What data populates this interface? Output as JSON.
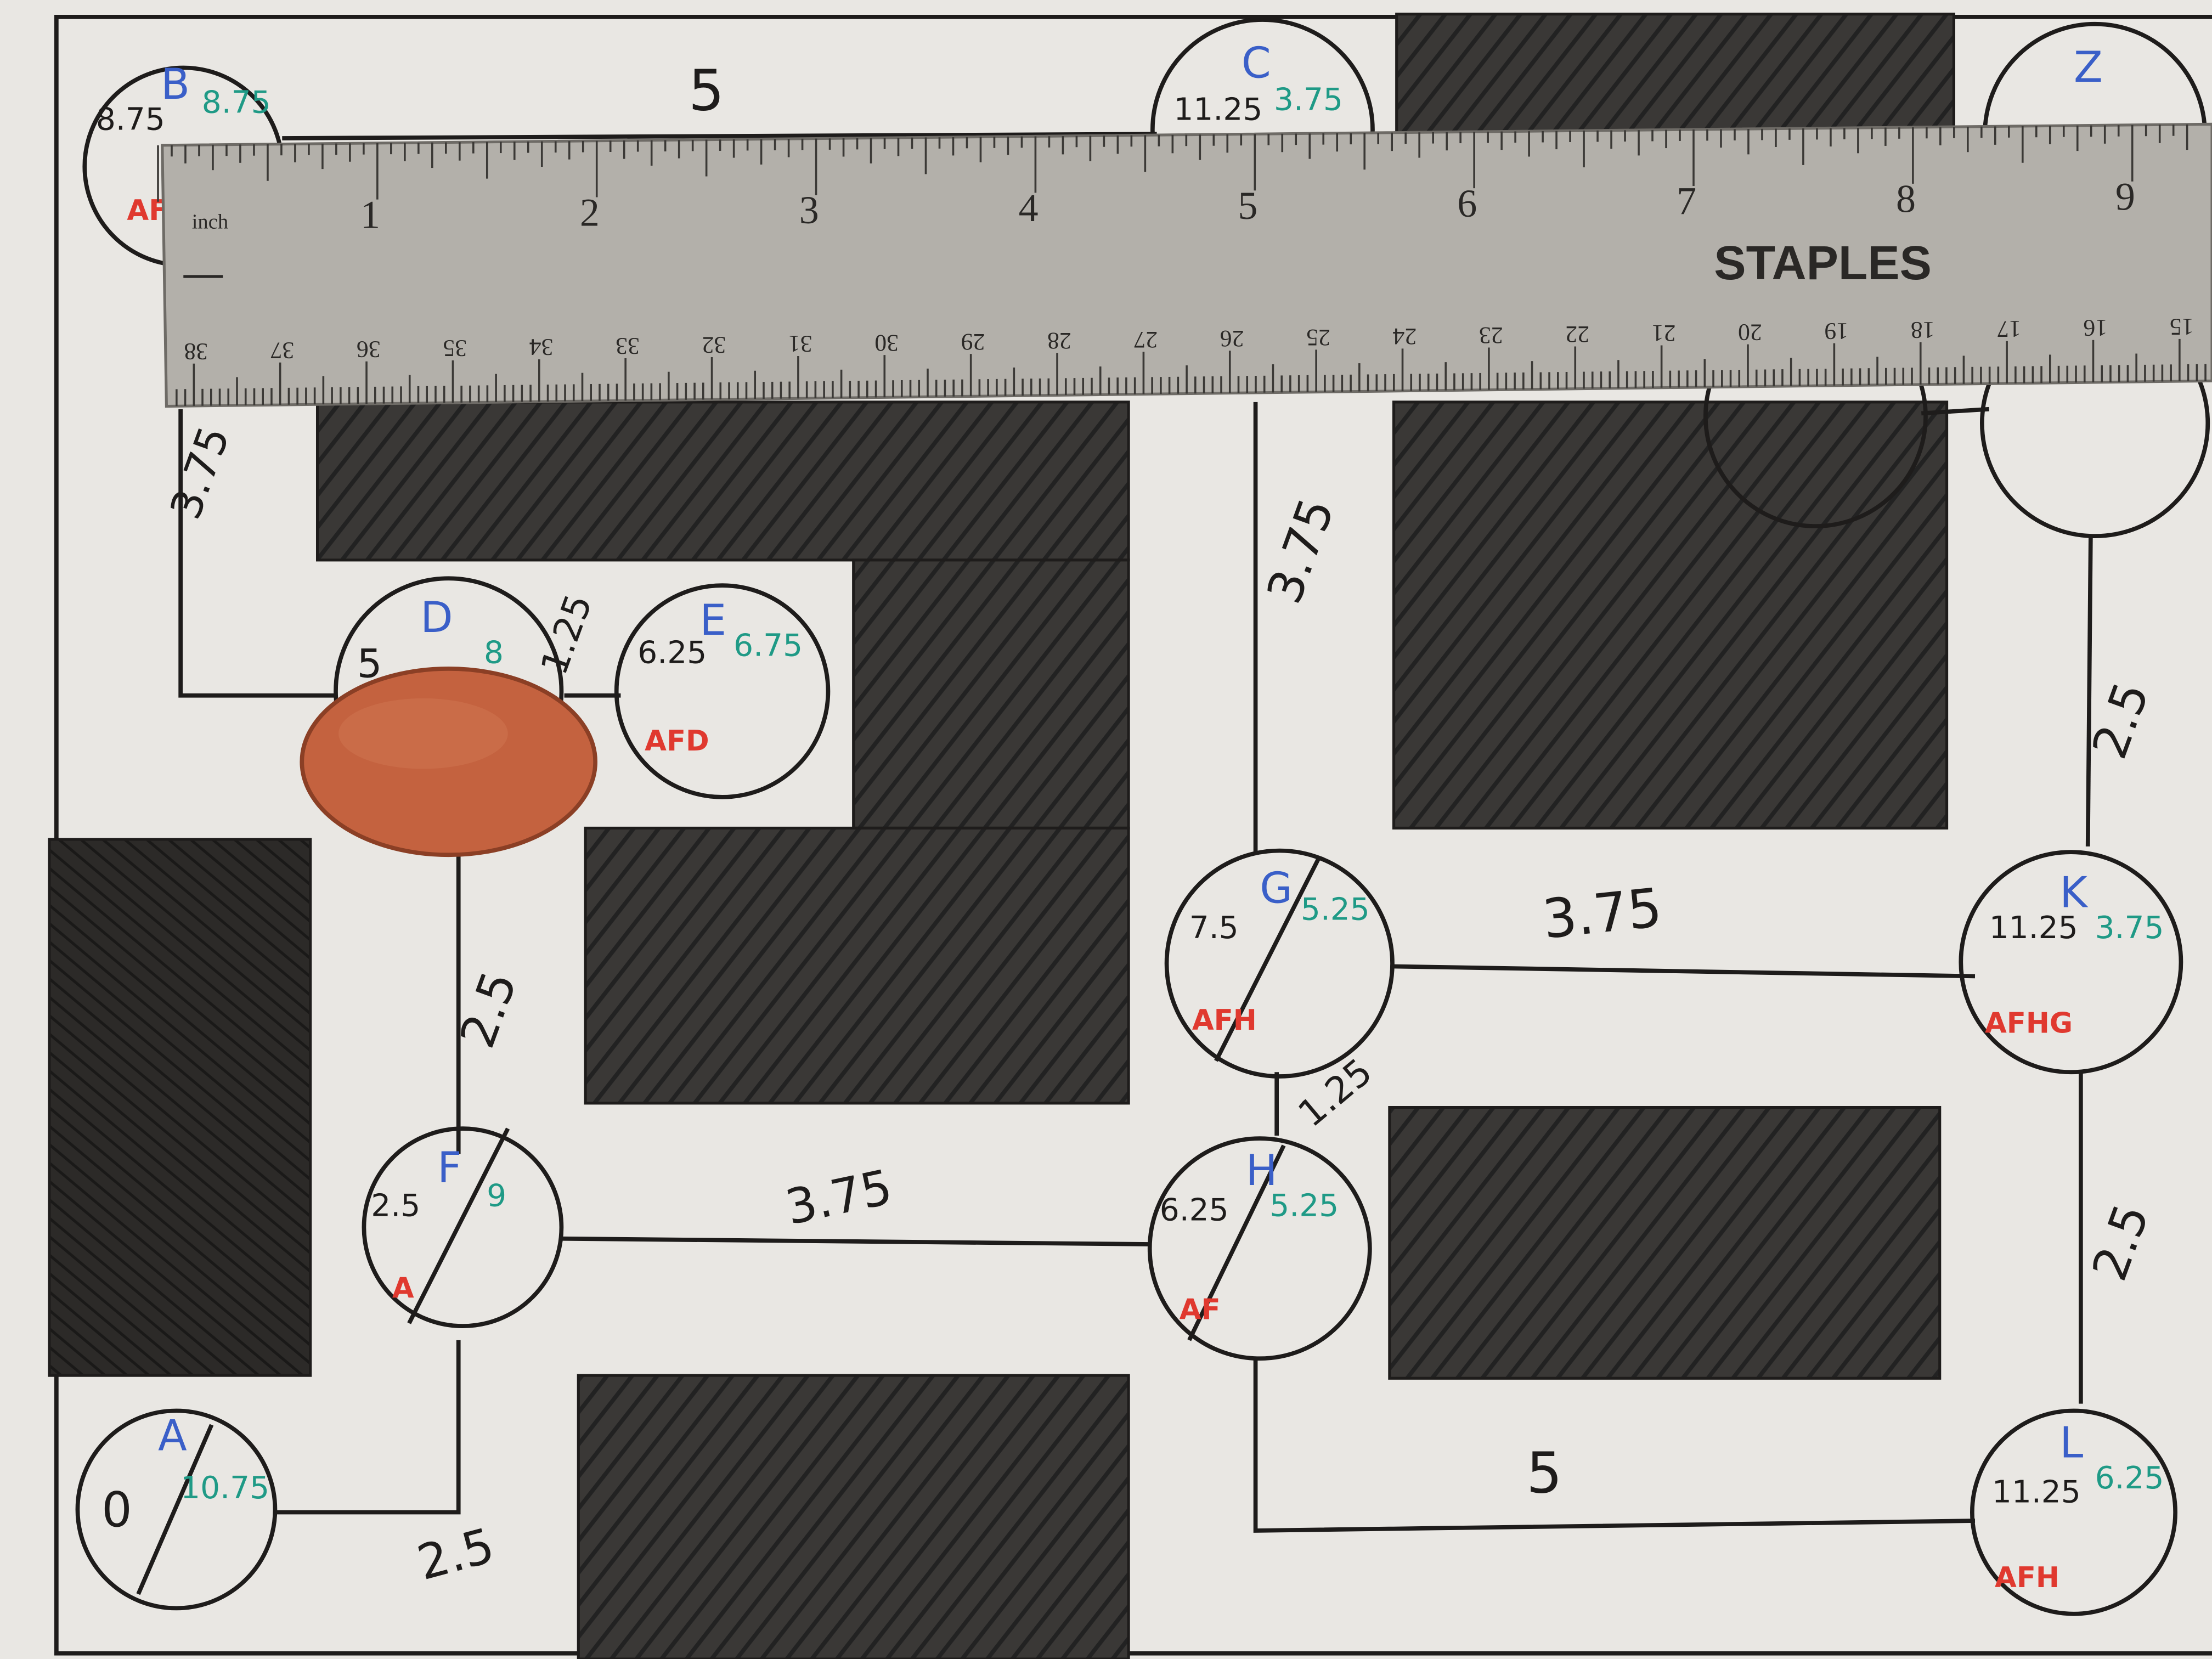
{
  "colors": {
    "paper": "#e9e7e3",
    "ink": "#1e1c1b",
    "shading": "#2f2d2b",
    "blue_ink": "#3a5fc8",
    "green_ink": "#1f9a86",
    "red_ink": "#e0392f",
    "ruler": "#b3b0aa",
    "coin": "#c4623f"
  },
  "ruler": {
    "brand": "STAPLES",
    "unit_label": "inch",
    "inch_numbers": [
      "1",
      "2",
      "3",
      "4",
      "5",
      "6",
      "7",
      "8",
      "9"
    ],
    "cm_numbers": [
      "38",
      "37",
      "36",
      "35",
      "34",
      "33",
      "32",
      "31",
      "30",
      "29",
      "28",
      "27",
      "26",
      "25",
      "24",
      "23",
      "22",
      "21",
      "20",
      "19",
      "18",
      "17",
      "16",
      "15"
    ]
  },
  "nodes": [
    {
      "id": "node-a",
      "name": "A",
      "g": "0",
      "h": "10.75",
      "path": ""
    },
    {
      "id": "node-b",
      "name": "B",
      "g": "8.75",
      "h": "8.75",
      "path": "AF"
    },
    {
      "id": "node-c",
      "name": "C",
      "g": "11.25",
      "h": "3.75",
      "path": ""
    },
    {
      "id": "node-d",
      "name": "D",
      "g": "5",
      "h": "8",
      "path": ""
    },
    {
      "id": "node-e",
      "name": "E",
      "g": "6.25",
      "h": "6.75",
      "path": "AFD"
    },
    {
      "id": "node-f",
      "name": "F",
      "g": "2.5",
      "h": "9",
      "path": "A"
    },
    {
      "id": "node-g",
      "name": "G",
      "g": "7.5",
      "h": "5.25",
      "path": "AFH"
    },
    {
      "id": "node-h",
      "name": "H",
      "g": "6.25",
      "h": "5.25",
      "path": "AF"
    },
    {
      "id": "node-k",
      "name": "K",
      "g": "11.25",
      "h": "3.75",
      "path": "AFHG"
    },
    {
      "id": "node-l",
      "name": "L",
      "g": "11.25",
      "h": "6.25",
      "path": "AFH"
    },
    {
      "id": "node-z",
      "name": "Z",
      "g": "",
      "h": "",
      "path": ""
    }
  ],
  "edges": [
    {
      "id": "edge-a-f",
      "weight": "2.5"
    },
    {
      "id": "edge-f-d",
      "weight": "2.5"
    },
    {
      "id": "edge-d-e",
      "weight": "1.25"
    },
    {
      "id": "edge-d-b",
      "weight": "3.75"
    },
    {
      "id": "edge-b-c",
      "weight": "5"
    },
    {
      "id": "edge-f-h",
      "weight": "3.75"
    },
    {
      "id": "edge-h-g",
      "weight": "1.25"
    },
    {
      "id": "edge-g-c",
      "weight": "3.75"
    },
    {
      "id": "edge-g-k",
      "weight": "3.75"
    },
    {
      "id": "edge-h-l",
      "weight": "5"
    },
    {
      "id": "edge-k-l",
      "weight": "2.5"
    },
    {
      "id": "edge-k-z",
      "weight": "2.5"
    }
  ]
}
